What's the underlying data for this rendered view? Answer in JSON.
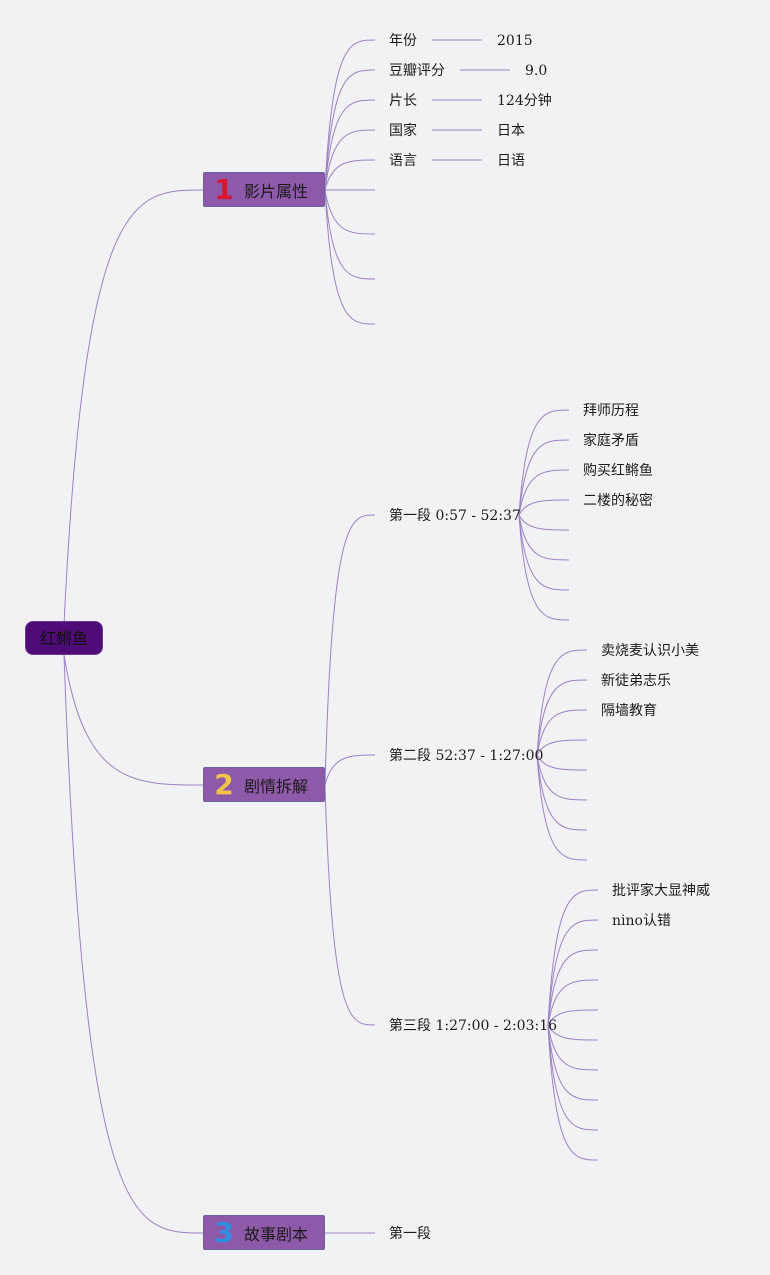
{
  "root": {
    "label": "红鳉鱼"
  },
  "branches": [
    {
      "number": "1",
      "label": "影片属性",
      "num_color": "#d8162f"
    },
    {
      "number": "2",
      "label": "剧情拆解",
      "num_color": "#f0c54a"
    },
    {
      "number": "3",
      "label": "故事剧本",
      "num_color": "#2f8fe0"
    }
  ],
  "attributes": [
    {
      "key": "年份",
      "value": "2015"
    },
    {
      "key": "豆瓣评分",
      "value": "9.0"
    },
    {
      "key": "片长",
      "value": "124分钟"
    },
    {
      "key": "国家",
      "value": "日本"
    },
    {
      "key": "语言",
      "value": "日语"
    }
  ],
  "segments": [
    {
      "label": "第一段 0:57 - 52:37",
      "items": [
        "拜师历程",
        "家庭矛盾",
        "购买红鳉鱼",
        "二楼的秘密"
      ]
    },
    {
      "label": "第二段 52:37 - 1:27:00",
      "items": [
        "卖烧麦认识小美",
        "新徒弟志乐",
        "隔墙教育"
      ]
    },
    {
      "label": "第三段 1:27:00 - 2:03:16",
      "items": [
        "批评家大显神威",
        "nino认错"
      ]
    }
  ],
  "script": {
    "items": [
      "第一段"
    ]
  },
  "colors": {
    "line": "#9c82c4",
    "root_fill": "#4f0b78",
    "branch_fill": "#8e59a8"
  }
}
